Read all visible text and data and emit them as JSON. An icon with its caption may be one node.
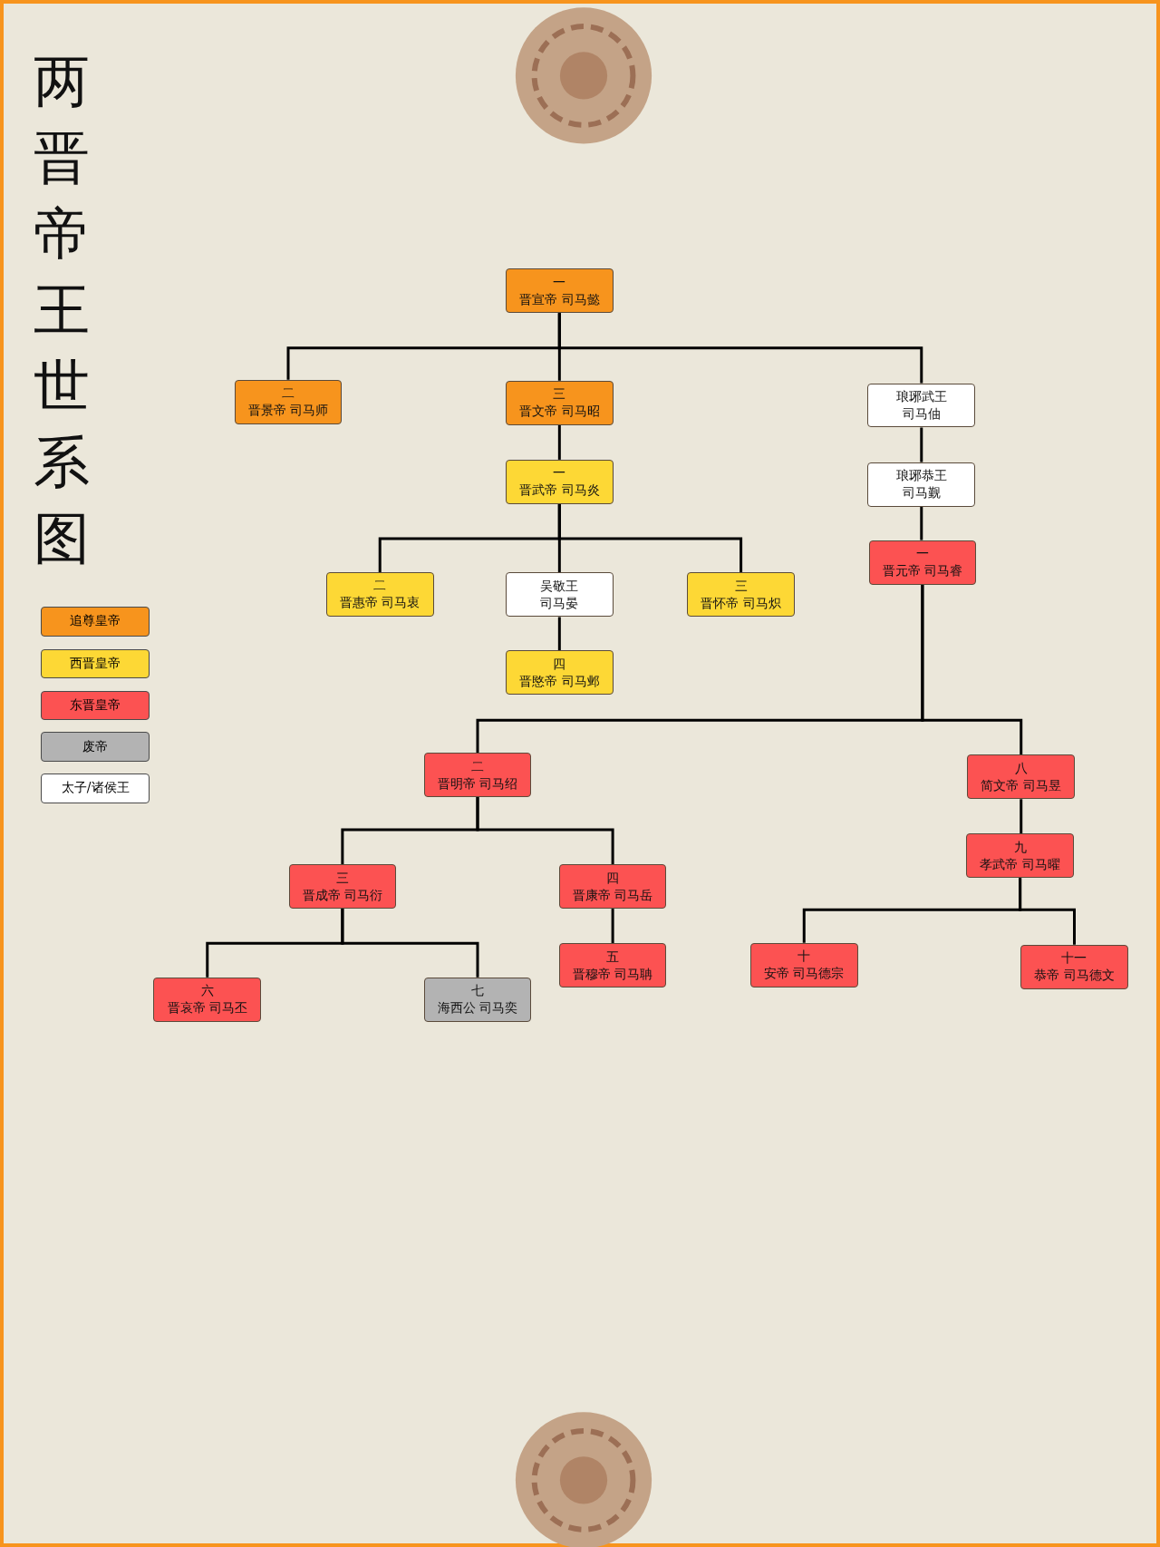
{
  "diagram": {
    "title": "两晋帝王世系图",
    "nodes": [
      {
        "text": [
          "一",
          "晋宣帝  司马懿"
        ]
      },
      {
        "text": [
          "二",
          "晋景帝  司马师"
        ]
      },
      {
        "text": [
          "三",
          "晋文帝  司马昭"
        ]
      },
      {
        "text": [
          "琅琊武王",
          "司马伷"
        ]
      },
      {
        "text": [
          "一",
          "晋武帝  司马炎"
        ]
      },
      {
        "text": [
          "琅琊恭王",
          "司马觐"
        ]
      },
      {
        "text": [
          "一",
          "晋元帝  司马睿"
        ]
      },
      {
        "text": [
          "二",
          "晋惠帝  司马衷"
        ]
      },
      {
        "text": [
          "吴敬王",
          "司马晏"
        ]
      },
      {
        "text": [
          "三",
          "晋怀帝  司马炽"
        ]
      },
      {
        "text": [
          "四",
          "晋愍帝  司马邺"
        ]
      },
      {
        "text": [
          "二",
          "晋明帝  司马绍"
        ]
      },
      {
        "text": [
          "八",
          "简文帝  司马昱"
        ]
      },
      {
        "text": [
          "九",
          "孝武帝  司马曜"
        ]
      },
      {
        "text": [
          "三",
          "晋成帝  司马衍"
        ]
      },
      {
        "text": [
          "四",
          "晋康帝  司马岳"
        ]
      },
      {
        "text": [
          "十",
          "安帝  司马德宗"
        ]
      },
      {
        "text": [
          "十一",
          "恭帝  司马德文"
        ]
      },
      {
        "text": [
          "五",
          "晋穆帝  司马聃"
        ]
      },
      {
        "text": [
          "六",
          "晋哀帝  司马丕"
        ]
      },
      {
        "text": [
          "七",
          "海西公  司马奕"
        ]
      }
    ],
    "edges": [
      {
        "from": 0,
        "to": 1,
        "arrow": "none"
      },
      {
        "from": 0,
        "to": 2,
        "arrow": "none"
      },
      {
        "from": 0,
        "to": 3,
        "arrow": "none"
      },
      {
        "from": 2,
        "to": 4,
        "arrow": "none"
      },
      {
        "from": 3,
        "to": 5,
        "arrow": "none"
      },
      {
        "from": 5,
        "to": 6,
        "arrow": "none"
      },
      {
        "from": 4,
        "to": 7,
        "arrow": "none"
      },
      {
        "from": 4,
        "to": 8,
        "arrow": "none"
      },
      {
        "from": 4,
        "to": 9,
        "arrow": "none"
      },
      {
        "from": 8,
        "to": 10,
        "arrow": "none"
      },
      {
        "from": 6,
        "to": 11,
        "arrow": "none"
      },
      {
        "from": 6,
        "to": 12,
        "arrow": "none"
      },
      {
        "from": 12,
        "to": 13,
        "arrow": "none"
      },
      {
        "from": 11,
        "to": 14,
        "arrow": "none"
      },
      {
        "from": 11,
        "to": 15,
        "arrow": "none"
      },
      {
        "from": 13,
        "to": 16,
        "arrow": "none"
      },
      {
        "from": 13,
        "to": 17,
        "arrow": "none"
      },
      {
        "from": 15,
        "to": 18,
        "arrow": "none"
      },
      {
        "from": 14,
        "to": 19,
        "arrow": "none"
      },
      {
        "from": 14,
        "to": 20,
        "arrow": "none"
      }
    ],
    "legend": [
      {
        "text": "追尊皇帝",
        "color": "#f7941d"
      },
      {
        "text": "西晋皇帝",
        "color": "#fdd835"
      },
      {
        "text": "东晋皇帝",
        "color": "#fc5252"
      },
      {
        "text": "废帝",
        "color": "#b3b3b3"
      },
      {
        "text": "太子/诸侯王",
        "color": "#ffffff"
      }
    ]
  }
}
